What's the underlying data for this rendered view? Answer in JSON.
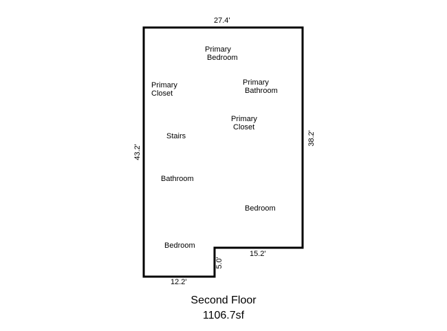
{
  "floor": {
    "title": "Second Floor",
    "area": "1106.7sf"
  },
  "dimensions": {
    "top": "27.4'",
    "right": "38.2'",
    "left": "43.2'",
    "bottom_right": "15.2'",
    "notch": "5.0'",
    "bottom_left": "12.2'"
  },
  "rooms": {
    "primary_bedroom": "Primary\n Bedroom",
    "primary_closet_left": "Primary\nCloset",
    "primary_bathroom": "Primary\n Bathroom",
    "primary_closet_right": "Primary\n Closet",
    "stairs": "Stairs",
    "bathroom": "Bathroom",
    "bedroom_right": "Bedroom",
    "bedroom_left": "Bedroom"
  },
  "colors": {
    "wall": "#000000",
    "background": "#ffffff"
  }
}
